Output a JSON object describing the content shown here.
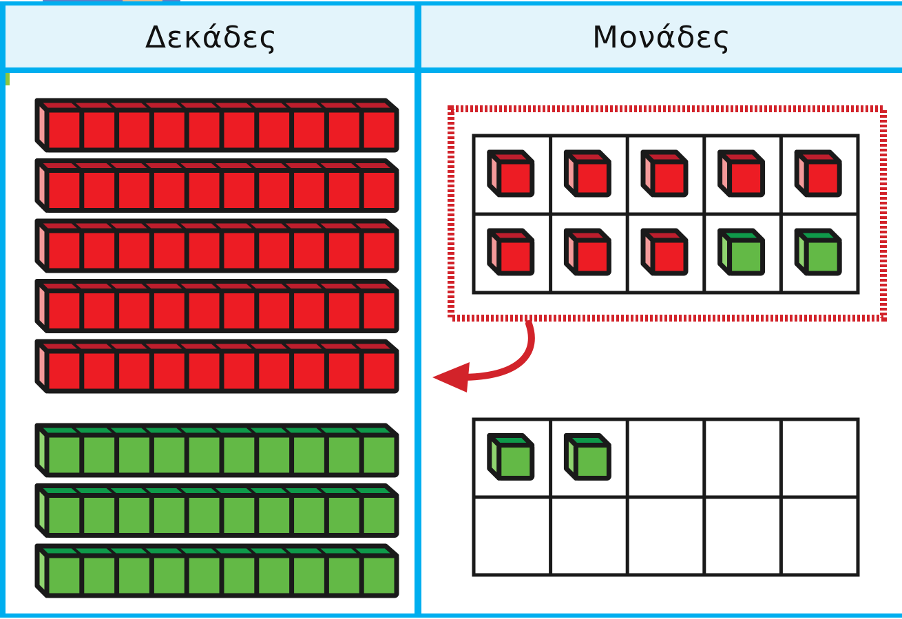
{
  "headers": {
    "tens": "Δεκάδες",
    "ones": "Μονάδες"
  },
  "tens_rods": {
    "red": 5,
    "green": 3,
    "cubes_per_rod": 10
  },
  "ones_frame_top": {
    "red": 8,
    "green": 2,
    "regrouped": true
  },
  "ones_frame_bottom": {
    "green": 2,
    "empty": 8
  },
  "colors": {
    "red_front": "#ed1c24",
    "red_top": "#be1e2d",
    "red_side": "#f49a9a",
    "green_front": "#63b946",
    "green_top": "#0f9a4a",
    "green_side": "#8fd46f",
    "divider": "#00aeef",
    "header_bg": "#e3f4fb",
    "arrow": "#d2232a"
  }
}
